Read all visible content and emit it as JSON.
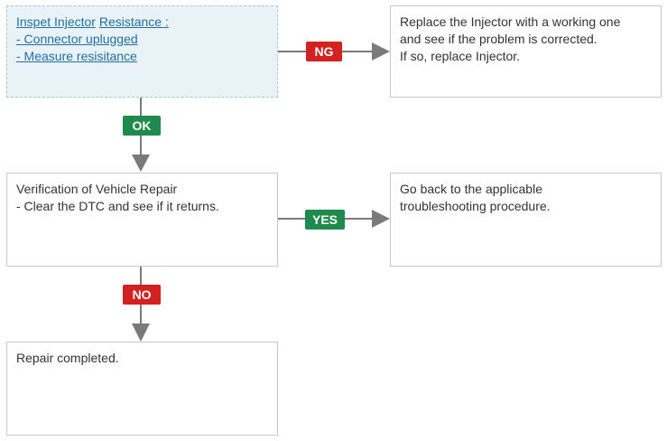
{
  "boxes": {
    "inspect": {
      "title_part1": "Inspet Injector",
      "title_part2": "Resistance :",
      "line2": "- Connector uplugged",
      "line3": "- Measure resisitance"
    },
    "replace": {
      "line1": "Replace the Injector  with a working one",
      "line2": "and see if the problem is corrected.",
      "line3": "If so, replace Injector."
    },
    "verify": {
      "line1": "Verification of Vehicle Repair",
      "line2": "- Clear the DTC and see if it returns."
    },
    "goback": {
      "line1": "Go back to the applicable",
      "line2": "troubleshooting procedure."
    },
    "repair": {
      "line1": "Repair completed."
    }
  },
  "badges": {
    "ng": "NG",
    "ok": "OK",
    "yes": "YES",
    "no": "NO"
  },
  "colors": {
    "red_badge": "#d32121",
    "green_badge": "#1e8a4b",
    "arrow": "#7a7a7a",
    "highlight_bg": "#e9f3f7",
    "link_text": "#1f6fa5"
  }
}
